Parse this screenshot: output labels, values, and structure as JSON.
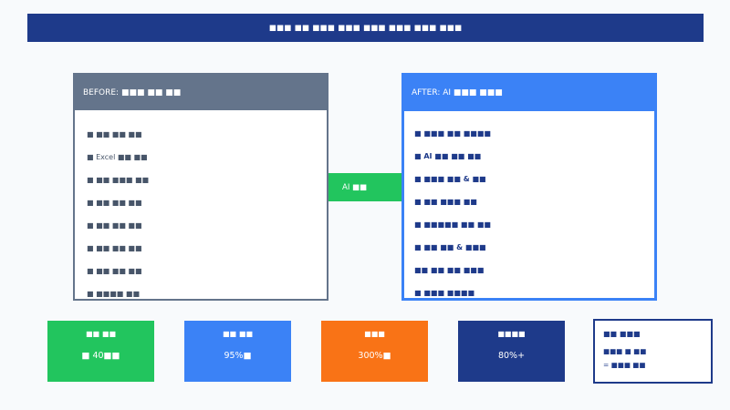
{
  "title": "■■■ ■■ ■■■ ■■■ ■■■ ■■■ ■■■ ■■■",
  "before": {
    "header": "BEFORE: ■■■ ■■ ■■",
    "items": [
      "■ ■■ ■■ ■■",
      "■ Excel ■■ ■■",
      "■ ■■ ■■■ ■■",
      "■ ■■ ■■ ■■",
      "■ ■■ ■■ ■■",
      "■ ■■ ■■ ■■",
      "■ ■■ ■■ ■■",
      "■ ■■■■ ■■"
    ]
  },
  "arrow": {
    "label": "AI ■■"
  },
  "after": {
    "header": "AFTER: AI ■■■ ■■■",
    "items": [
      "■ ■■■ ■■ ■■■■",
      "■ AI ■■ ■■ ■■",
      "■ ■■■ ■■ & ■■",
      "■ ■■ ■■■ ■■",
      "■ ■■■■■ ■■ ■■",
      "■ ■■ ■■ & ■■■",
      "■■ ■■ ■■ ■■■",
      "■ ■■■ ■■■■"
    ]
  },
  "stats": [
    {
      "label": "■■ ■■",
      "value": "■ 40■■",
      "color": "#22c55e"
    },
    {
      "label": "■■ ■■",
      "value": "95%■",
      "color": "#3b82f6"
    },
    {
      "label": "■■■",
      "value": "300%■",
      "color": "#f97316"
    },
    {
      "label": "■■■■",
      "value": "80%+",
      "color": "#1e3a8a"
    }
  ],
  "note": {
    "label": "■■ ■■■",
    "line1": "■■■ ■ ■■",
    "line2": "= ■■■ ■■"
  },
  "colors": {
    "title_bg": "#1e3a8a",
    "before_accent": "#64748b",
    "after_accent": "#3b82f6",
    "arrow": "#22c55e",
    "page_bg": "#f8fafc"
  }
}
